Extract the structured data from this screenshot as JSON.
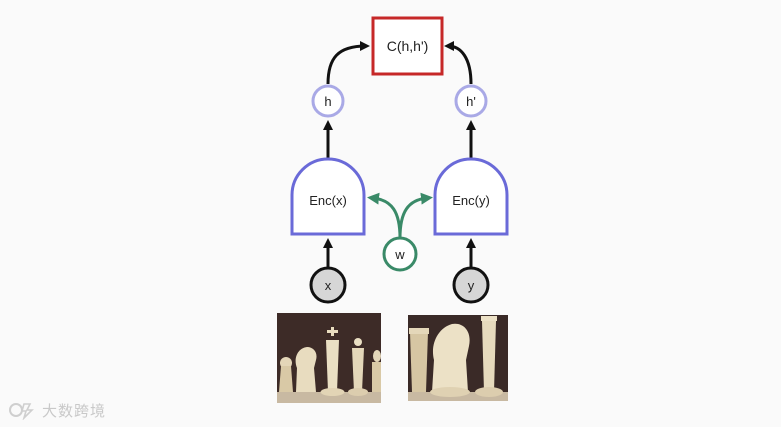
{
  "diagram": {
    "comparator_label": "C(h,h')",
    "left_hidden_label": "h",
    "right_hidden_label": "h'",
    "left_encoder_label": "Enc(x)",
    "right_encoder_label": "Enc(y)",
    "shared_weight_label": "w",
    "left_input_label": "x",
    "right_input_label": "y"
  },
  "colors": {
    "comparator_border": "#c62828",
    "encoder_border": "#6a6ad8",
    "hidden_border": "#a9a9e6",
    "weight_color": "#3a8a68",
    "input_fill": "#d6d6d6",
    "arrow": "#111111"
  },
  "watermark": {
    "text": "大数跨境"
  }
}
